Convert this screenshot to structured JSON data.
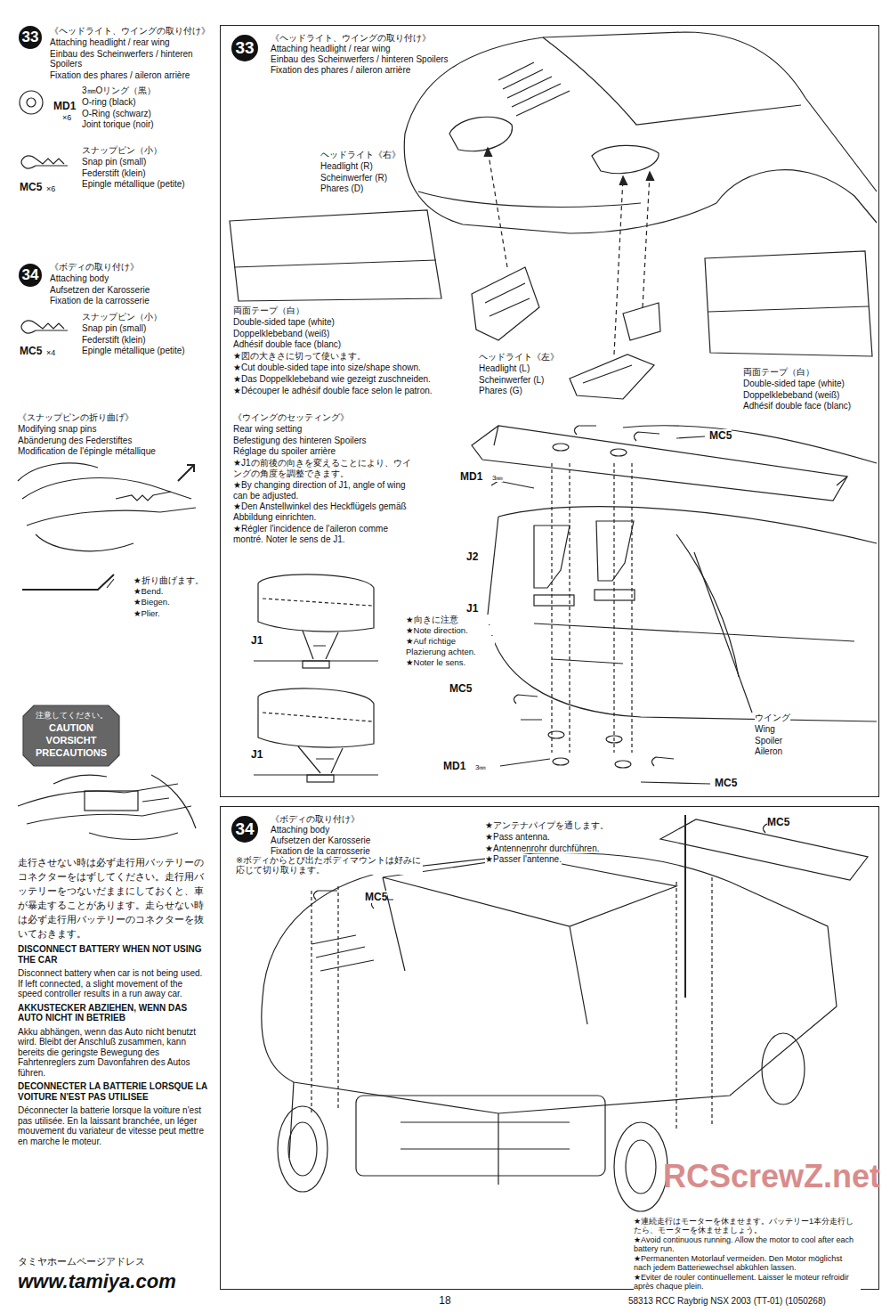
{
  "diagram": {
    "nodes": [
      {
        "text": [
          "33",
          "《ヘッドライト、ウイングの取り付け》",
          "Attaching headlight / rear wing",
          "Einbau des Scheinwerfers / hinteren Spoilers",
          "Fixation des phares / aileron arrière"
        ]
      },
      {
        "text": [
          "34",
          "《ボディの取り付け》",
          "Attaching body",
          "Aufsetzen der Karosserie",
          "Fixation de la carrosserie"
        ]
      }
    ],
    "labels": [
      "33",
      "《ヘッドライト、ウイングの取り付け》",
      "Attaching headlight / rear wing",
      "Einbau des Scheinwerfers / hinteren Spoilers",
      "Fixation des phares / aileron arrière",
      "MD1",
      "×6",
      "3㎜Oリング（黒）",
      "O-ring (black)",
      "O-Ring (schwarz)",
      "Joint torique (noir)",
      "スナップピン（小）",
      "Snap pin (small)",
      "Federstift (klein)",
      "Epingle métallique (petite)",
      "MC5",
      "×6",
      "34",
      "《ボディの取り付け》",
      "Attaching body",
      "Aufsetzen der Karosserie",
      "Fixation de la carrosserie",
      "スナップピン（小）",
      "Snap pin (small)",
      "Federstift (klein)",
      "Epingle métallique (petite)",
      "MC5",
      "×4",
      "《スナップピンの折り曲げ》",
      "Modifying snap pins",
      "Abänderung des Federstiftes",
      "Modification de l'épingle métallique",
      "★折り曲げます。",
      "★Bend.",
      "★Biegen.",
      "★Plier.",
      "注意してください。",
      "CAUTION",
      "VORSICHT",
      "PRECAUTIONS",
      "走行させない時は必ず走行用バッテリーのコネクターをはずしてください。走行用バッテリーをつないだままにしておくと、車が暴走することがあります。走らせない時は必ず走行用バッテリーのコネクターを抜いておきます。",
      "DISCONNECT BATTERY WHEN NOT USING THE CAR",
      "Disconnect battery when car is not being used. If left connected, a slight movement of the speed controller results in a run away car.",
      "AKKUSTECKER ABZIEHEN, WENN DAS AUTO NICHT IN BETRIEB",
      "Akku abhängen, wenn das Auto nicht benutzt wird. Bleibt der Anschluß zusammen, kann bereits die geringste Bewegung des Fahrtenreglers zum Davonfahren des Autos führen.",
      "DECONNECTER LA BATTERIE LORSQUE LA VOITURE N'EST PAS UTILISEE",
      "Déconnecter la batterie lorsque la voiture n'est pas utilisée. En la laissant branchée, un léger mouvement du variateur de vitesse peut mettre en marche le moteur.",
      "タミヤホームページアドレス",
      "www.tamiya.com",
      "ヘッドライト《右》",
      "Headlight (R)",
      "Scheinwerfer (R)",
      "Phares (D)",
      "両面テープ（白）",
      "Double-sided tape (white)",
      "Doppelklebeband (weiß)",
      "Adhésif double face (blanc)",
      "★図の大きさに切って使います。",
      "★Cut double-sided tape into size/shape shown.",
      "★Das Doppelklebeband wie gezeigt zuschneiden.",
      "★Découper le adhésif double face selon le patron.",
      "ヘッドライト《左》",
      "Headlight (L)",
      "Scheinwerfer (L)",
      "Phares (G)",
      "両面テープ（白）",
      "Double-sided tape (white)",
      "Doppelklebeband (weiß)",
      "Adhésif double face (blanc)",
      "《ウイングのセッティング》",
      "Rear wing setting",
      "Befestigung des hinteren Spoilers",
      "Réglage du spoiler arrière",
      "★J1の前後の向きを変えることにより、ウイングの角度を調整できます。",
      "★By changing direction of J1, angle of wing can be adjusted.",
      "★Den Anstellwinkel des Heckflügels gemäß Abbildung einrichten.",
      "★Régler l'incidence de l'aileron comme montré. Noter le sens de J1.",
      "J1",
      "J1",
      "MC5",
      "MD1",
      "3㎜",
      "J2",
      "J1",
      "★向きに注意",
      "★Note direction.",
      "★Auf richtige Plazierung achten.",
      "★Noter le sens.",
      "MC5",
      "MD1",
      "3㎜",
      "MC5",
      "ウイング",
      "Wing",
      "Spoiler",
      "Aileron",
      "※ボディからとび出たボディマウントは好みに応じて切り取ります。",
      "★アンテナパイプを通します。",
      "★Pass antenna.",
      "★Antennenrohr durchführen.",
      "★Passer l'antenne.",
      "MC5",
      "MC5",
      "★連続走行はモーターを休ませます。バッテリー1本分走行したら、モーターを休ませましょう。",
      "★Avoid continuous running. Allow the motor to cool after each battery run.",
      "★Permanenten Motorlauf vermeiden. Den Motor möglichst nach jedem Batteriewechsel abkühlen lassen.",
      "★Eviter de rouler continuellement. Laisser le moteur refroidir après chaque plein.",
      "18",
      "58313 RCC Raybrig NSX 2003 (TT-01) (1050268)",
      "RCScrewZ.net"
    ]
  }
}
